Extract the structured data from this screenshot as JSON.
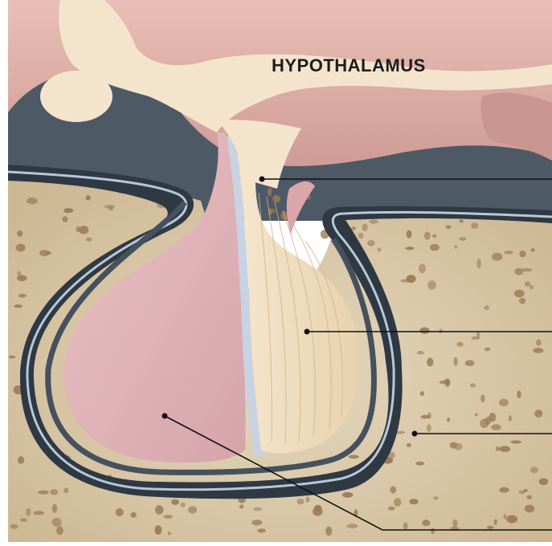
{
  "diagram": {
    "title": "",
    "labels": {
      "hypothalamus": "HYPOTHALAMUS"
    },
    "leaders": [
      {
        "id": "infundibulum",
        "text": ""
      },
      {
        "id": "posterior-pituitary",
        "text": ""
      },
      {
        "id": "sphenoid-bone",
        "text": ""
      },
      {
        "id": "anterior-pituitary",
        "text": ""
      }
    ],
    "colors": {
      "hypothalamus": "#d9a9a2",
      "neural_tissue": "#f3e2c8",
      "anterior_lobe": "#e3b7bc",
      "bone": "#d8c8a8",
      "bone_pores": "#9a7a55",
      "dura": "#3f4a57",
      "membrane_light": "#b9c7d6",
      "cavity_dark": "#5a6775"
    }
  }
}
